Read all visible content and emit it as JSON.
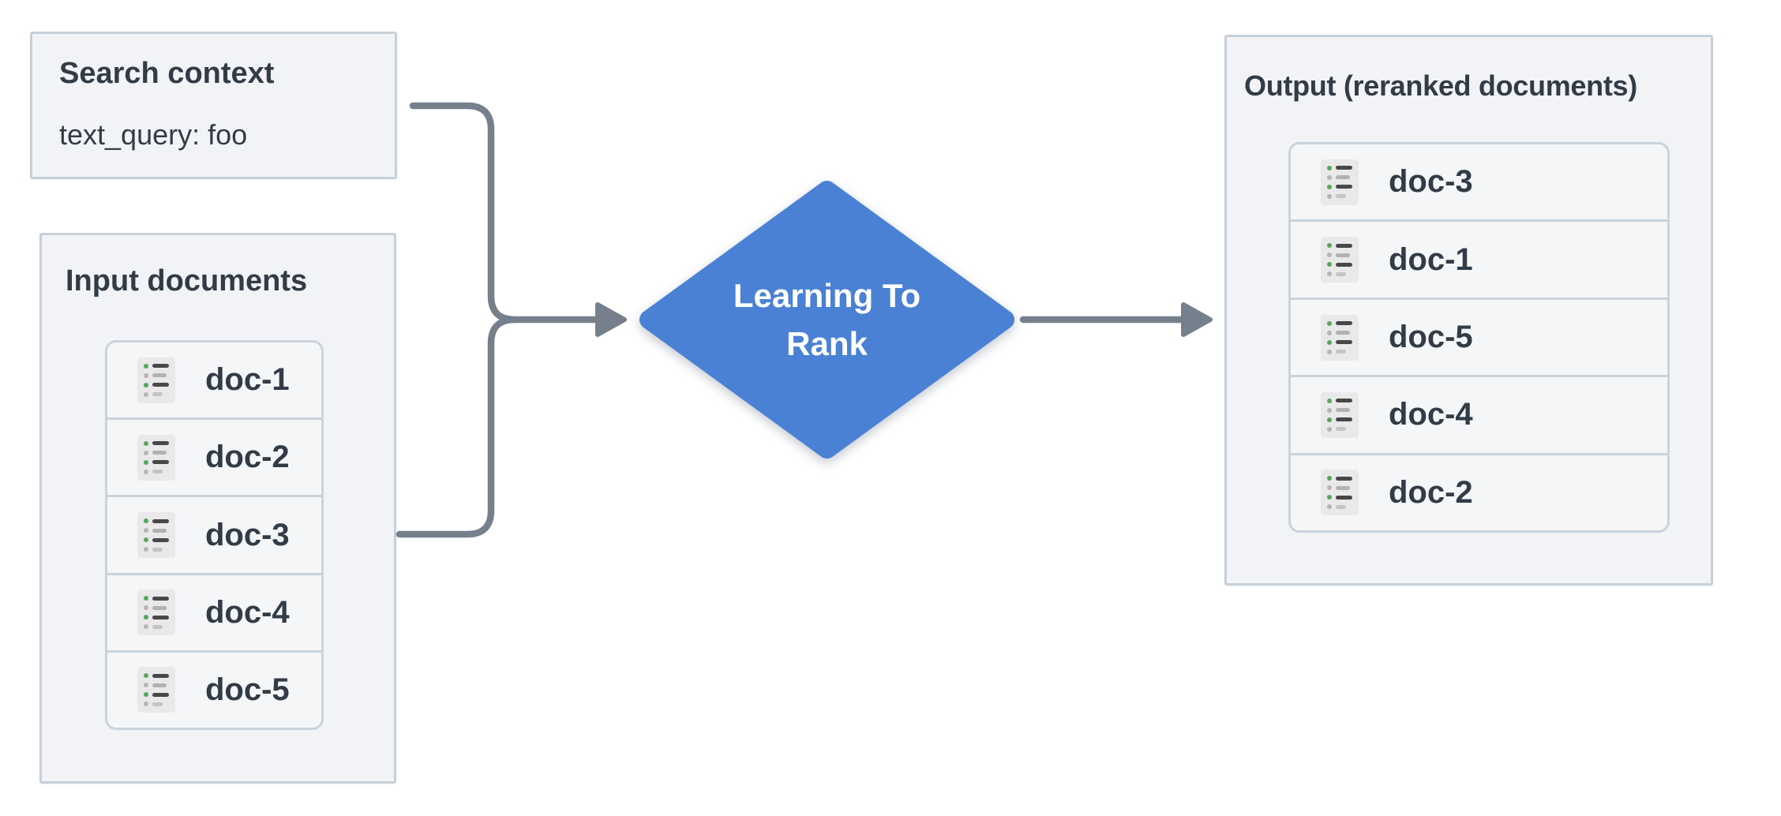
{
  "palette": {
    "box_bg": "#f2f3f6",
    "box_border": "#c7d0d9",
    "row_bg": "#f4f6f8",
    "row_border": "#c9d3dc",
    "text_dark": "#323c46",
    "connector": "#76808d",
    "diamond_fill": "#4a81d4",
    "diamond_text": "#ffffff",
    "icon_bg": "#e9e9e9",
    "icon_line_dark": "#484848",
    "icon_line_gray": "#b2b2b2",
    "icon_line_light": "#c4c4c4",
    "icon_dot_green": "#5aa55c",
    "icon_dot_gray": "#b5b5b5"
  },
  "icons": {
    "doc_icon_name": "document-list-icon"
  },
  "search_context": {
    "title": "Search context",
    "query": "text_query: foo"
  },
  "input_documents": {
    "title": "Input documents",
    "docs": [
      "doc-1",
      "doc-2",
      "doc-3",
      "doc-4",
      "doc-5"
    ]
  },
  "diamond": {
    "label_lines": [
      "Learning To",
      "Rank"
    ]
  },
  "output_documents": {
    "title": "Output (reranked documents)",
    "docs": [
      "doc-3",
      "doc-1",
      "doc-5",
      "doc-4",
      "doc-2"
    ]
  }
}
